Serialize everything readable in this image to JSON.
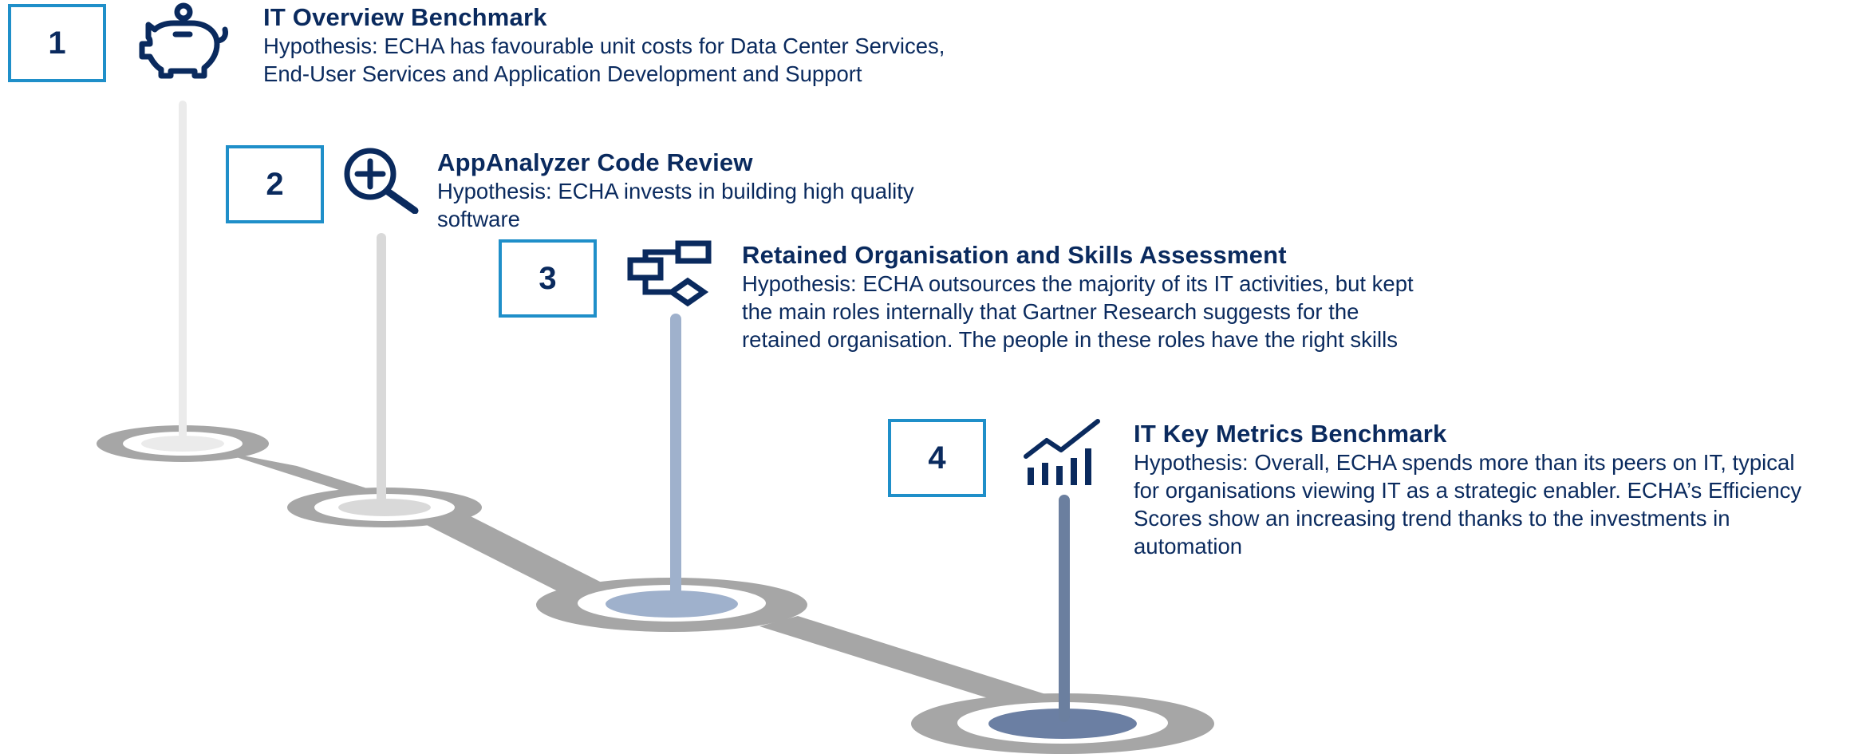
{
  "steps": [
    {
      "number": "1",
      "icon": "piggy-bank-icon",
      "title": "IT Overview Benchmark",
      "desc_lines": [
        "Hypothesis: ECHA has favourable unit costs for Data Center Services,",
        "End-User Services and Application Development and Support"
      ]
    },
    {
      "number": "2",
      "icon": "magnifier-plus-icon",
      "title": "AppAnalyzer Code Review",
      "desc_lines": [
        "Hypothesis: ECHA invests in building high quality",
        "software"
      ]
    },
    {
      "number": "3",
      "icon": "flowchart-icon",
      "title": "Retained Organisation and Skills Assessment",
      "desc_lines": [
        "Hypothesis: ECHA outsources the majority of its IT activities, but kept",
        "the main roles internally that Gartner Research suggests for the",
        "retained organisation. The people in these roles have the right skills"
      ]
    },
    {
      "number": "4",
      "icon": "bar-chart-trend-icon",
      "title": "IT Key Metrics Benchmark",
      "desc_lines": [
        "Hypothesis: Overall, ECHA spends more than its peers on IT, typical",
        "for organisations viewing IT as a strategic enabler. ECHA’s Efficiency",
        "Scores show an increasing trend thanks to the investments in",
        "automation"
      ]
    }
  ],
  "colors": {
    "navy": "#0a2a5e",
    "box_border": "#1f8fc9",
    "road": "#a6a6a6",
    "pole1": "#ebebeb",
    "pole2": "#d9d9d9",
    "pole3": "#9fb1cc",
    "pole4": "#6b7f9f",
    "disc4": "#6b7fa3"
  }
}
